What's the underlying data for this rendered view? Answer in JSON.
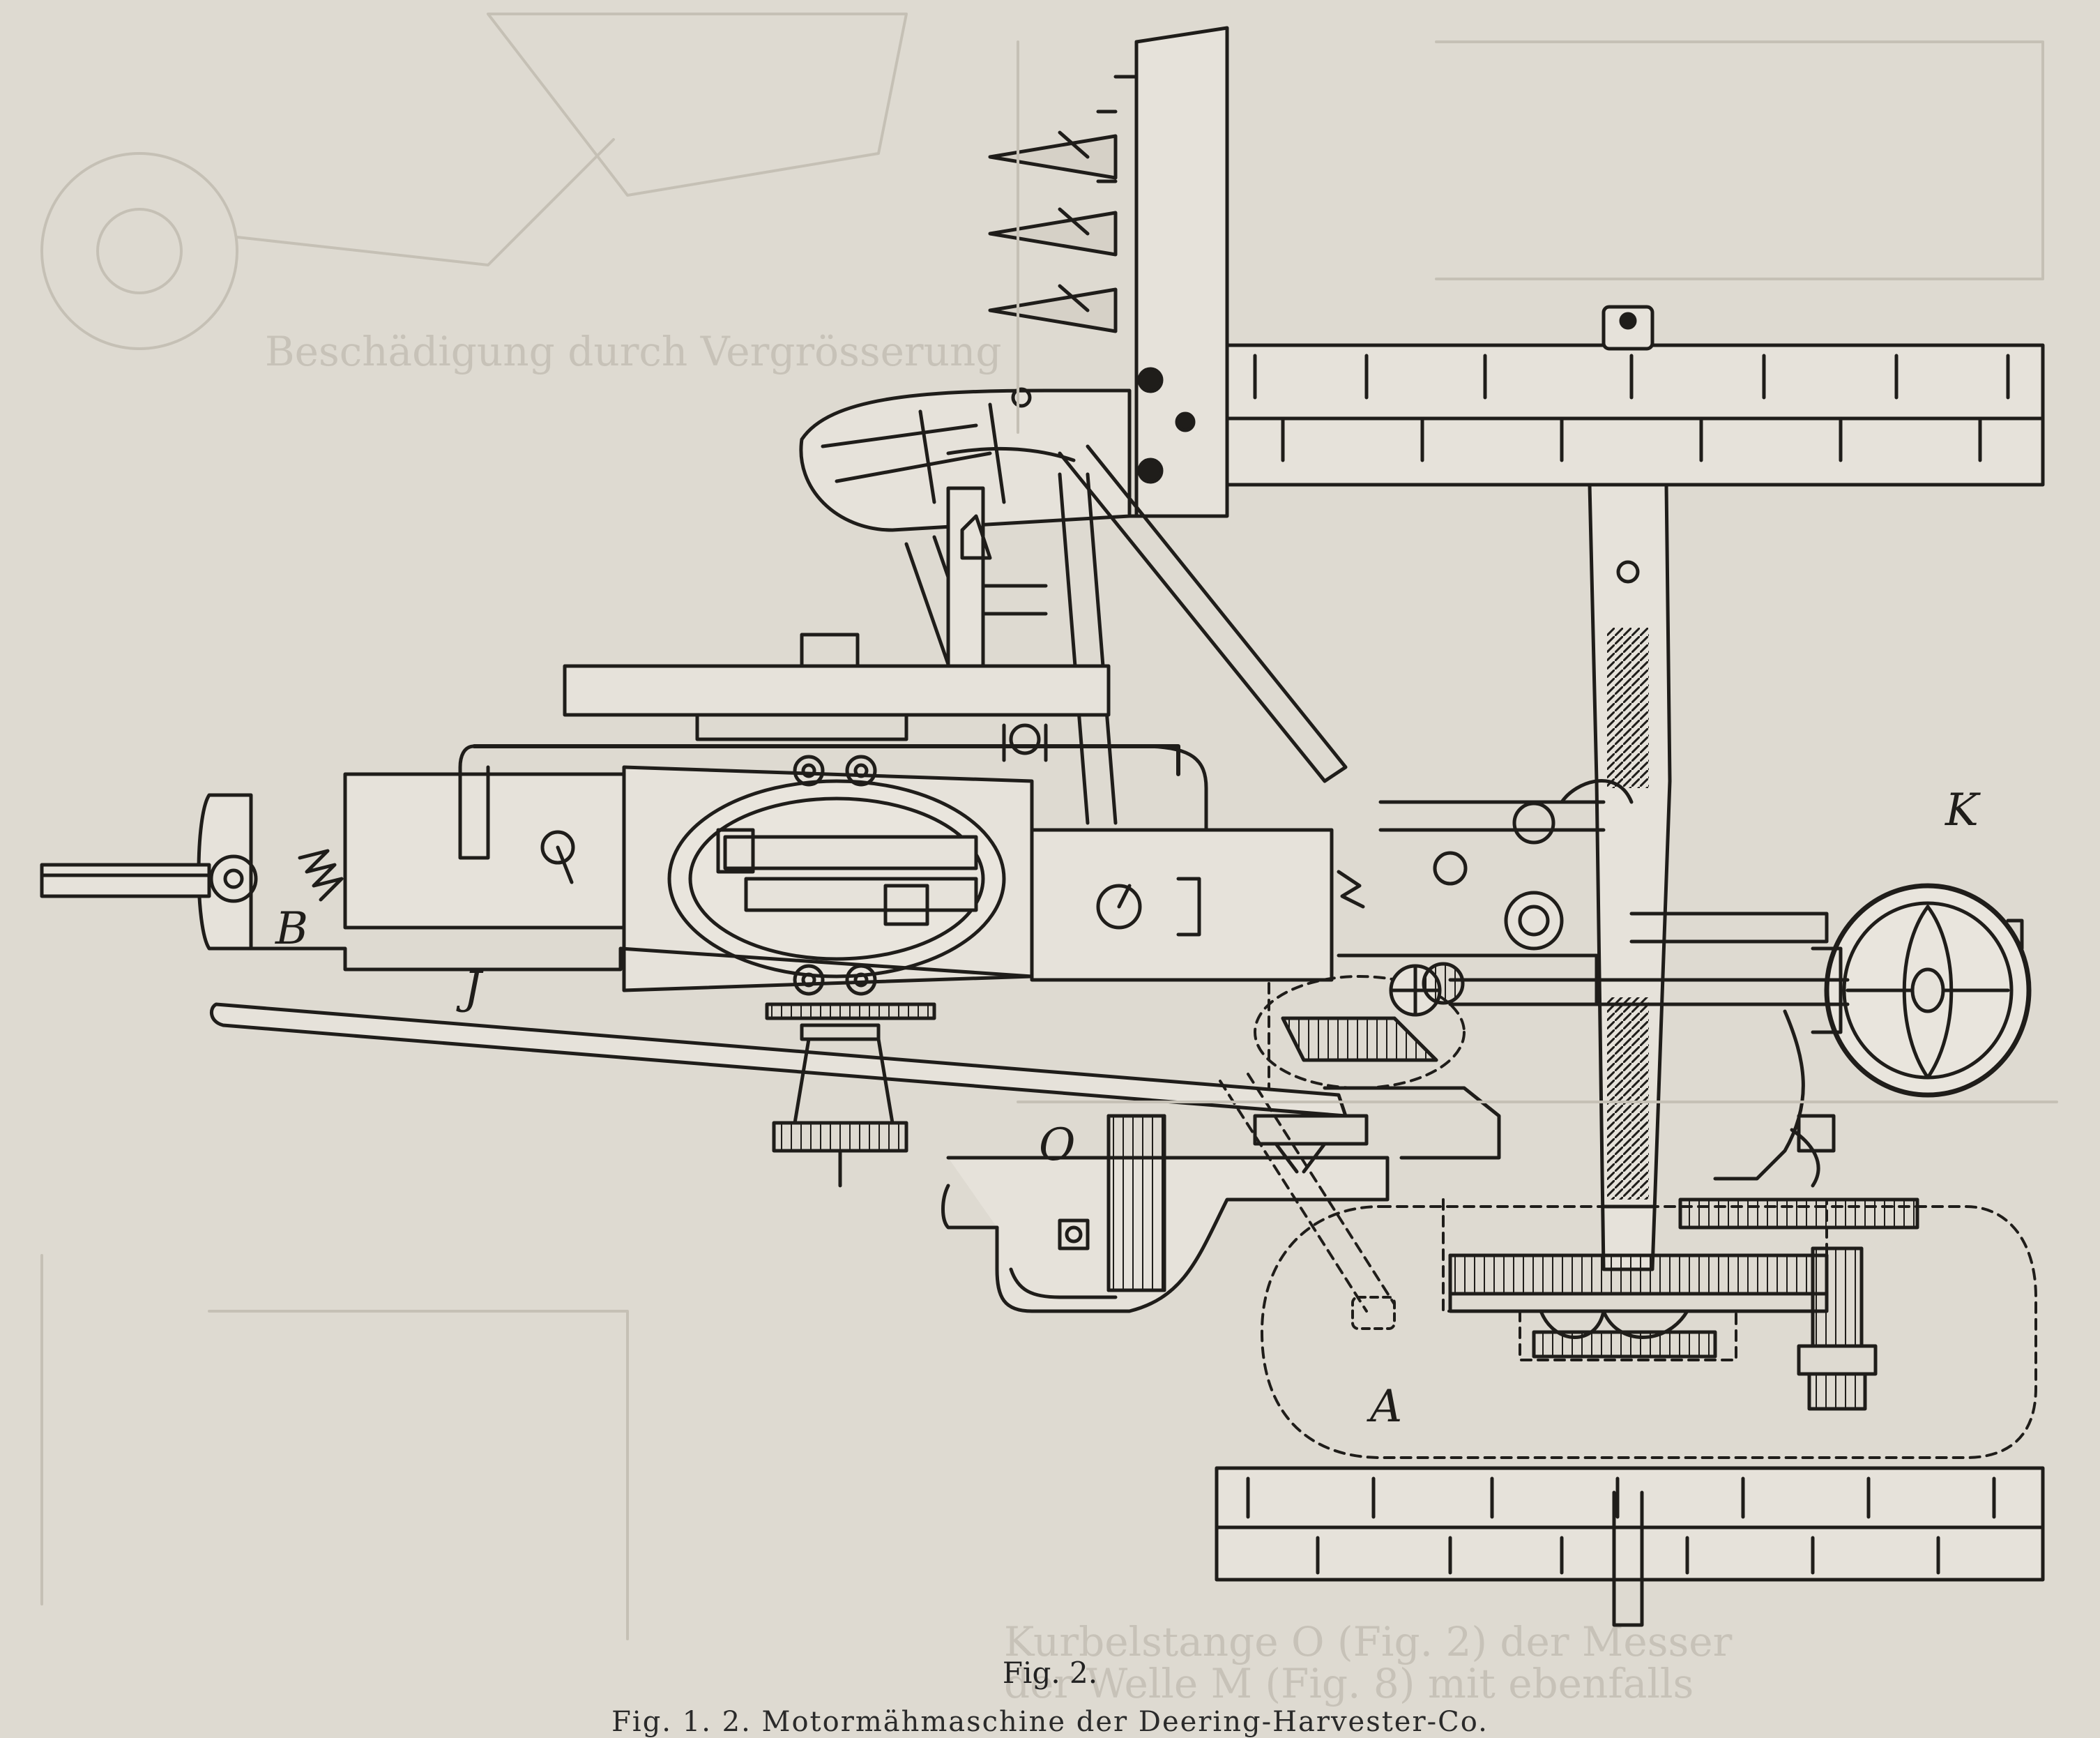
{
  "figure": {
    "caption": "Fig. 2.",
    "bottom_text": "Fig. 1. 2. Motormähmaschine der Deering-Harvester-Co.",
    "labels": [
      "B",
      "J",
      "O",
      "K",
      "A"
    ]
  },
  "bleed_through": {
    "lines": [
      "Beschädigung durch Vergrösserung",
      "Kurbelstange O (Fig. 2) der Messer",
      "der Welle M (Fig. 8) mit ebenfalls"
    ]
  },
  "colors": {
    "paper": "#dedad1",
    "ink": "#1f1d1a",
    "ghost": "#c7c2b8"
  }
}
